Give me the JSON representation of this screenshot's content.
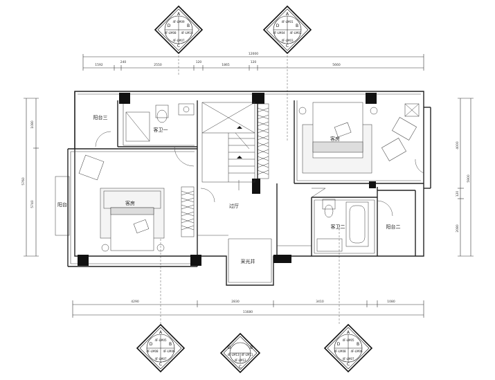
{
  "rooms": {
    "balcony_3": "阳台三",
    "bathroom_1": "客卫一",
    "bedroom_left": "客房",
    "balcony_left": "阳台",
    "bedroom_right": "客房",
    "corridor": "过厅",
    "skylight": "采光井",
    "bathroom_2": "客卫二",
    "balcony_2": "阳台二"
  },
  "dimensions": {
    "top_total": "12000",
    "top_segments": [
      "1592",
      "240",
      "2550",
      "120",
      "1865",
      "120",
      "5660"
    ],
    "bottom_total": "11680",
    "bottom_segments": [
      "4290",
      "2830",
      "3410",
      "1080"
    ],
    "left_segments": [
      "1080",
      "5740",
      "5760"
    ],
    "right_segments": [
      "4000",
      "5900",
      "120",
      "2080"
    ]
  },
  "markers": [
    {
      "id": "marker-top-1",
      "letters": [
        "A",
        "B",
        "C",
        "D"
      ],
      "codes": [
        "4F-LM09",
        "4F-LM10",
        "4F-LM07",
        "4F-LM08"
      ]
    },
    {
      "id": "marker-top-2",
      "letters": [
        "A",
        "B",
        "C",
        "D"
      ],
      "codes": [
        "4F-LM01",
        "4F-LM02",
        "4F-LM03",
        "4F-LM04"
      ]
    },
    {
      "id": "marker-bottom-1",
      "letters": [
        "A",
        "B",
        "C",
        "D"
      ],
      "codes": [
        "4F-LM05",
        "4F-LM06",
        "4F-LM07",
        "4F-LM08"
      ]
    },
    {
      "id": "marker-bottom-2",
      "letters": [
        "B",
        "C",
        "D"
      ],
      "codes": [
        "4F-LM11",
        "4F-LM12",
        "4F-LM13"
      ]
    },
    {
      "id": "marker-bottom-3",
      "letters": [
        "A",
        "B",
        "C",
        "D"
      ],
      "codes": [
        "4F-LM05",
        "4F-LM06",
        "4F-LM07",
        "4F-LM08"
      ]
    }
  ]
}
